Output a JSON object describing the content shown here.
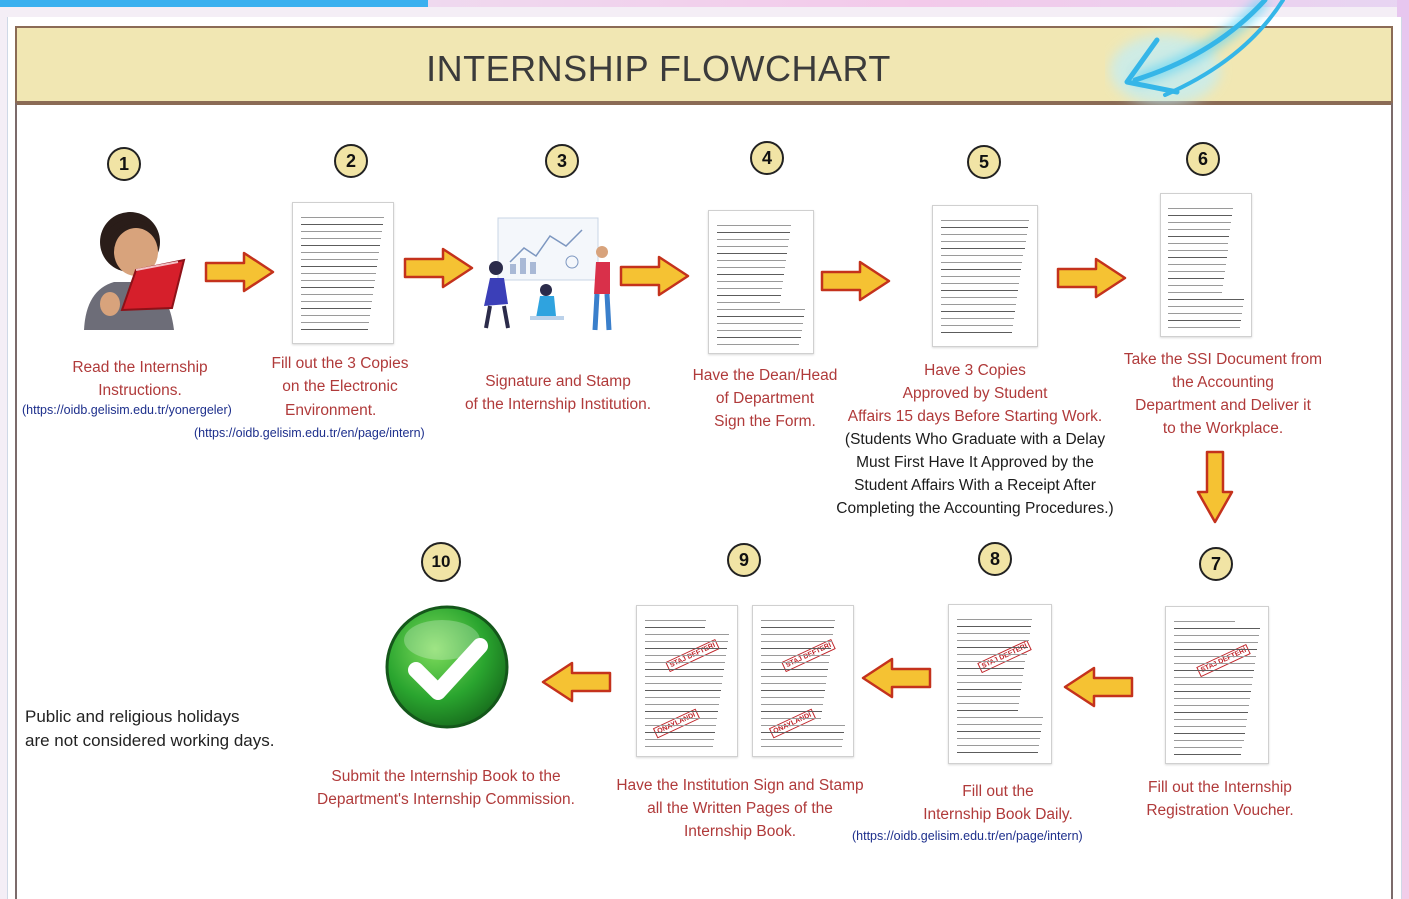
{
  "title": "INTERNSHIP FLOWCHART",
  "note": [
    "Public and religious holidays",
    "are not considered working days."
  ],
  "steps": [
    {
      "num": "1",
      "lines": [
        "Read the Internship",
        "Instructions."
      ],
      "link": "(https://oidb.gelisim.edu.tr/yonergeler)"
    },
    {
      "num": "2",
      "lines": [
        "Fill out the 3 Copies",
        "on the Electronic",
        "Environment."
      ],
      "link": "(https://oidb.gelisim.edu.tr/en/page/intern)"
    },
    {
      "num": "3",
      "lines": [
        "Signature and Stamp",
        "of the Internship Institution."
      ]
    },
    {
      "num": "4",
      "lines": [
        "Have the Dean/Head",
        "of Department",
        "Sign the Form."
      ]
    },
    {
      "num": "5",
      "lines": [
        "Have 3 Copies",
        "Approved by Student",
        "Affairs 15 days Before Starting Work."
      ],
      "black_lines": [
        "(Students Who Graduate with a Delay",
        "Must First Have It Approved by the",
        "Student Affairs With a Receipt After",
        "Completing the Accounting Procedures.)"
      ]
    },
    {
      "num": "6",
      "lines": [
        "Take the SSI Document from",
        "the Accounting",
        "Department and Deliver it",
        "to the Workplace."
      ]
    },
    {
      "num": "7",
      "lines": [
        "Fill out the Internship",
        "Registration Voucher."
      ]
    },
    {
      "num": "8",
      "lines": [
        "Fill out the",
        "Internship Book Daily."
      ],
      "link": "(https://oidb.gelisim.edu.tr/en/page/intern)"
    },
    {
      "num": "9",
      "lines": [
        "Have the Institution Sign and Stamp",
        "all the Written Pages of the",
        "Internship Book."
      ]
    },
    {
      "num": "10",
      "lines": [
        "Submit the Internship Book to the",
        "Department's Internship Commission."
      ]
    }
  ],
  "stamps": {
    "book": "STAJ DEFTERİ",
    "approved": "ONAYLANDI"
  },
  "colors": {
    "banner": "#f1e7b3",
    "step_text": "#b03a3a",
    "link": "#1d2f8c",
    "arrow_fill": "#f5c233",
    "arrow_stroke": "#c4321c",
    "check": "#2aa52f"
  }
}
